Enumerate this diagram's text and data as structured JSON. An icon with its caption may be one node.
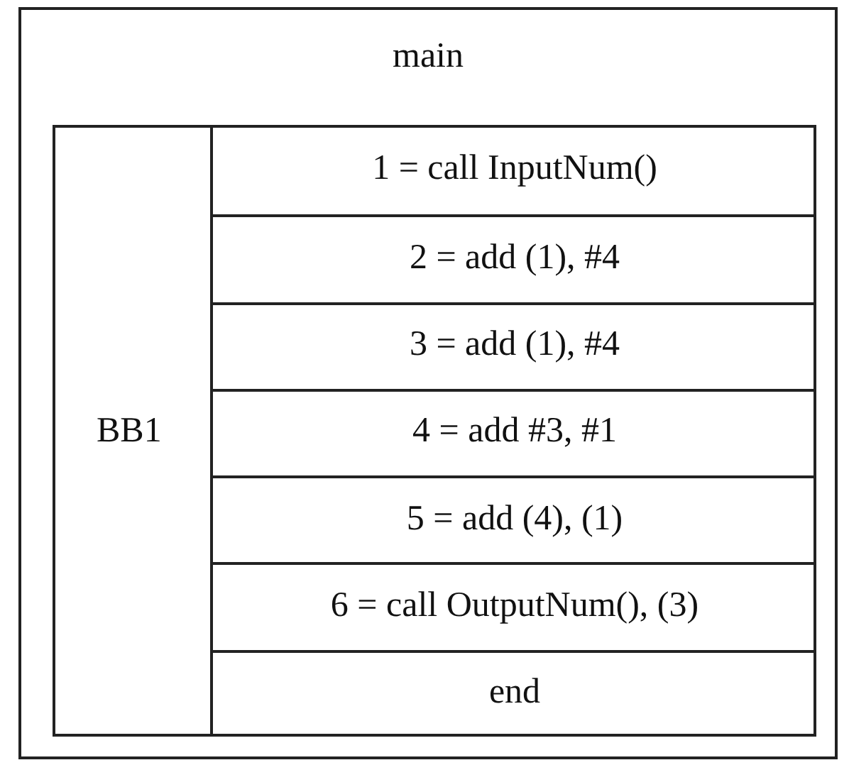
{
  "diagram": {
    "nodes": [
      {
        "text": [
          "main"
        ]
      },
      {
        "text": [
          "BB1"
        ],
        "in": 0
      },
      {
        "text": [
          "1 = call InputNum()"
        ],
        "in": 1
      },
      {
        "text": [
          "2 = add (1), #4"
        ],
        "in": 1
      },
      {
        "text": [
          "3 = add (1), #4"
        ],
        "in": 1
      },
      {
        "text": [
          "4 = add #3, #1"
        ],
        "in": 1
      },
      {
        "text": [
          "5 = add (4), (1)"
        ],
        "in": 1
      },
      {
        "text": [
          "6 = call OutputNum(), (3)"
        ],
        "in": 1
      },
      {
        "text": [
          "end"
        ],
        "in": 1
      }
    ]
  }
}
